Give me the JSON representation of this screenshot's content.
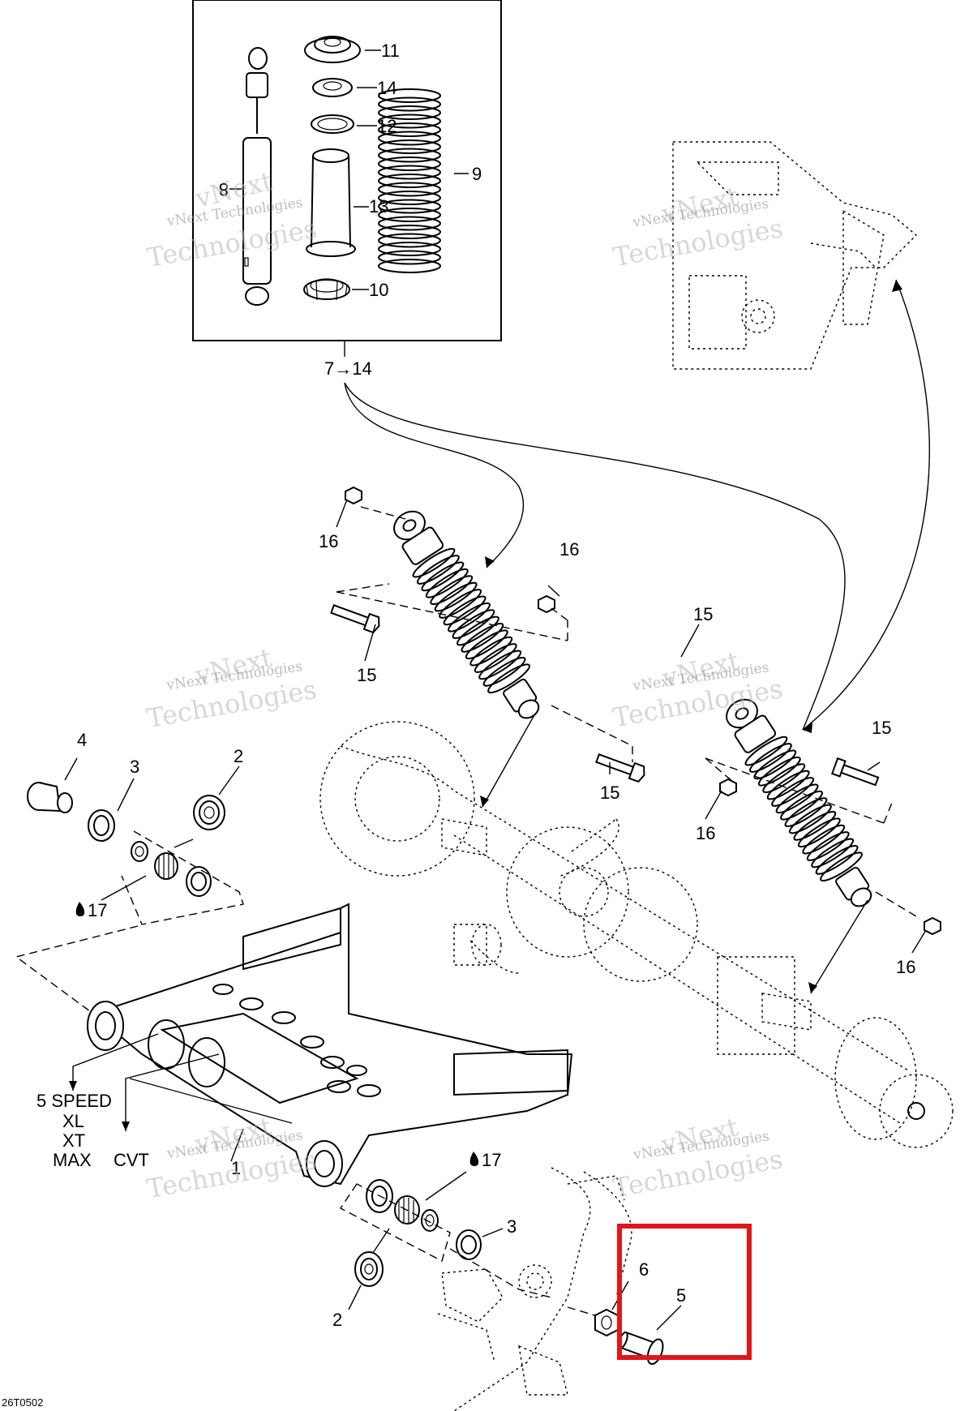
{
  "diagram_code": "26T0502",
  "watermark": {
    "line1": "vNext",
    "line2": "vNext Technologies",
    "line3": "Technologies"
  },
  "callouts": {
    "p1": "1",
    "p2a": "2",
    "p2b": "2",
    "p3a": "3",
    "p3b": "3",
    "p4": "4",
    "p5": "5",
    "p6": "6",
    "p8": "8",
    "p9": "9",
    "p10": "10",
    "p11": "11",
    "p12": "12",
    "p13": "13",
    "p14": "14",
    "p15a": "15",
    "p15b": "15",
    "p15c": "15",
    "p15d": "15",
    "p16a": "16",
    "p16b": "16",
    "p16c": "16",
    "p16d": "16",
    "p17a": "17",
    "p17b": "17",
    "kit_range": "7→14"
  },
  "variant_labels": {
    "line1": "5 SPEED",
    "line2": "XL",
    "line3": "XT",
    "line4": "MAX",
    "cvt": "CVT"
  },
  "highlight": {
    "color": "#e0161b",
    "target_parts": [
      "5",
      "6"
    ]
  }
}
